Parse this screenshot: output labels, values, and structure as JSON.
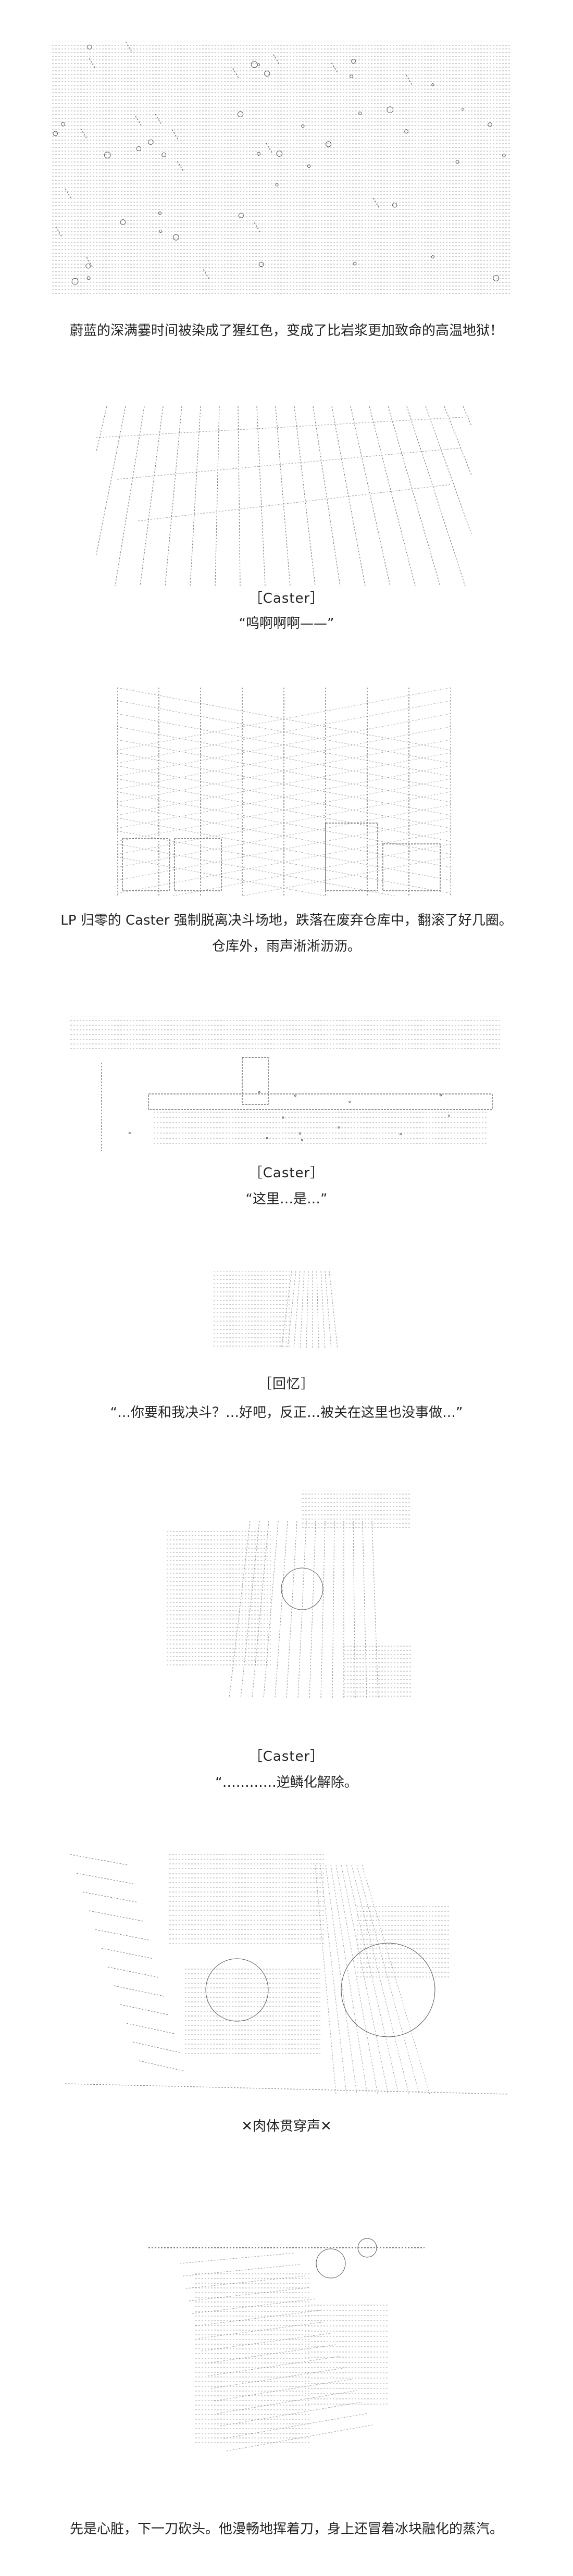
{
  "colors": {
    "background": "#ffffff",
    "ink": "#222222",
    "art": "#555555"
  },
  "panels": [
    {
      "name": "panel-sky-rain-art",
      "icon": "ascii-art-sky-icon"
    },
    {
      "name": "panel-rain-streaks-art",
      "icon": "ascii-art-rain-icon"
    },
    {
      "name": "panel-warehouse-interior-art",
      "icon": "ascii-art-warehouse-icon"
    },
    {
      "name": "panel-warehouse-exterior-art",
      "icon": "ascii-art-building-icon"
    },
    {
      "name": "panel-memory-figure-art",
      "icon": "ascii-art-figure-icon"
    },
    {
      "name": "panel-caster-face-art",
      "icon": "ascii-art-face-icon"
    },
    {
      "name": "panel-body-pierced-art",
      "icon": "ascii-art-battle-icon"
    },
    {
      "name": "panel-final-strike-art",
      "icon": "ascii-art-strike-icon"
    }
  ],
  "text": {
    "caption_1": "蔚蓝的深满霎时间被染成了猩红色，变成了比岩浆更加致命的高温地狱！",
    "speaker_1": "［Caster］",
    "dialogue_1": "“呜啊啊啊——”",
    "caption_2a": "LP 归零的 Caster 强制脱离决斗场地，跌落在废弃仓库中，翻滚了好几圈。",
    "caption_2b": "仓库外，雨声淅淅沥沥。",
    "speaker_2": "［Caster］",
    "dialogue_2": "“这里…是…”",
    "speaker_3": "［回忆］",
    "dialogue_3": "“…你要和我决斗？…好吧，反正…被关在这里也没事做…”",
    "speaker_4": "［Caster］",
    "dialogue_4": "“…………逆鳞化解除。",
    "sfx_1": "✕肉体贯穿声✕",
    "caption_3": "先是心脏，下一刀砍头。他漫畅地挥着刀，身上还冒着冰块融化的蒸汽。"
  }
}
